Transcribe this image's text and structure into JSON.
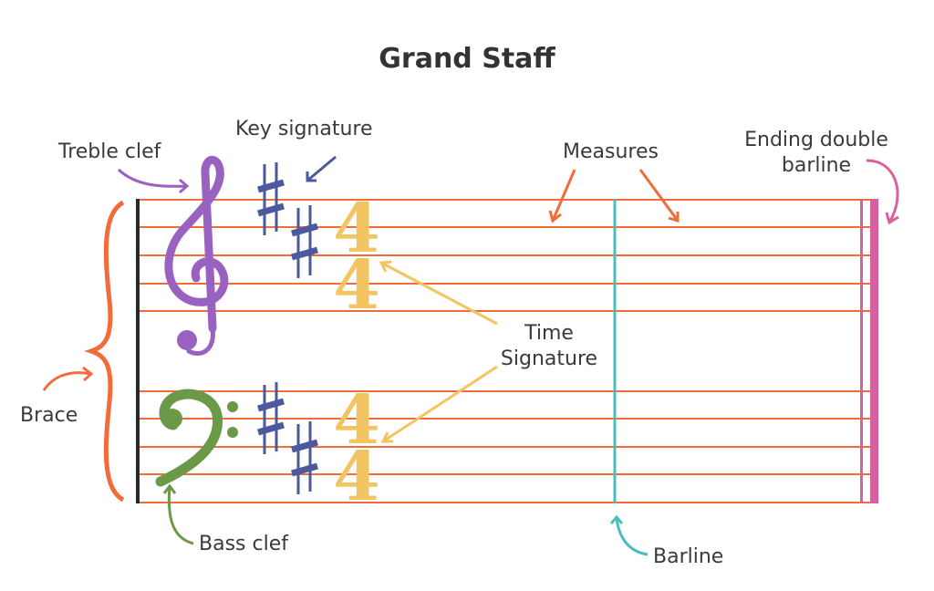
{
  "title": "Grand Staff",
  "labels": {
    "treble_clef": "Treble clef",
    "key_signature": "Key signature",
    "measures": "Measures",
    "ending_line1": "Ending double",
    "ending_line2": "barline",
    "time_line1": "Time",
    "time_line2": "Signature",
    "brace": "Brace",
    "bass_clef": "Bass clef",
    "barline": "Barline"
  },
  "time_signature": {
    "top": "4",
    "bottom": "4"
  },
  "colors": {
    "staff": "#f26b3a",
    "treble": "#9a62c0",
    "bass": "#6a9a48",
    "sharp": "#4a5a9c",
    "time": "#f2c462",
    "barline": "#4bbdbd",
    "ending": "#d9609e",
    "brace": "#f26b3a"
  }
}
